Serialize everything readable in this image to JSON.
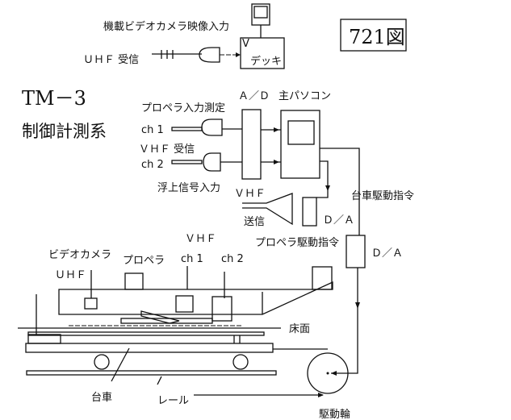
{
  "figure_number": "721図",
  "title": "TM－3",
  "subtitle": "制御計測系",
  "labels": {
    "camera_video_input": "機載ビデオカメラ映像入力",
    "uhf_receive": "ＵＨＦ 受信",
    "deck": "デッキ",
    "deck_v": "V",
    "ad": "Ａ／Ｄ",
    "main_pc": "主パソコン",
    "propeller_input_measure": "プロペラ入力測定",
    "ch1": "ch 1",
    "vhf_receive": "ＶＨＦ 受信",
    "ch2": "ch 2",
    "levitation_signal_input": "浮上信号入力",
    "vhf": "ＶＨＦ",
    "transmit": "送信",
    "da_top": "Ｄ／Ａ",
    "propeller_drive_command": "プロペラ駆動指令",
    "cart_drive_command": "台車駆動指令",
    "da_right": "Ｄ／Ａ",
    "video_camera": "ビデオカメラ",
    "propeller": "プロペラ",
    "vhf_vehicle": "ＶＨＦ",
    "ch1_vehicle": "ch 1",
    "ch2_vehicle": "ch 2",
    "uhf_vehicle": "ＵＨＦ",
    "floor": "床面",
    "cart": "台車",
    "rail": "レール",
    "drive_wheel": "駆動輪"
  }
}
